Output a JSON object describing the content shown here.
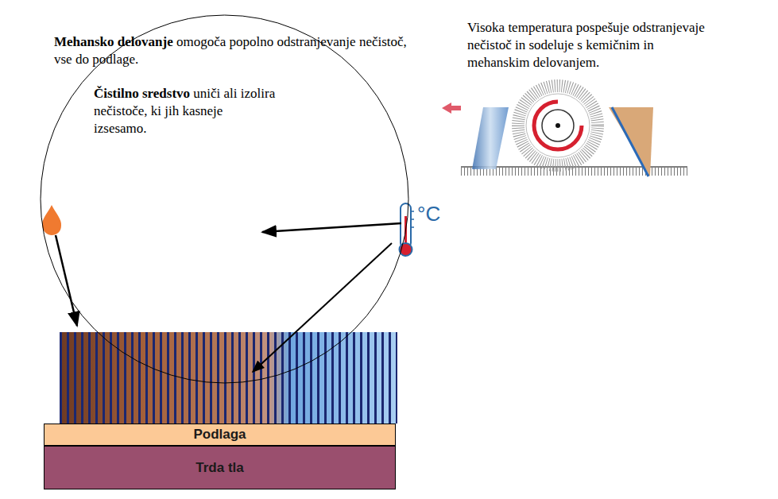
{
  "diagram": {
    "nodes": [
      {
        "text": [
          "Mehansko delovanje",
          "omogoča popolno odstranjevanje nečistoč, vse do podlage.",
          "Čistilno sredstvo",
          "uniči ali izolira nečistoče, ki jih kasneje izsesamo."
        ]
      },
      {
        "text": [
          "Podlaga"
        ]
      },
      {
        "text": [
          "Trda tla"
        ]
      }
    ],
    "labels": [
      "Visoka temperatura pospešuje odstranjevaje nečistoč in sodeluje s kemičnim in mehanskim delovanjem.",
      "°C"
    ]
  }
}
